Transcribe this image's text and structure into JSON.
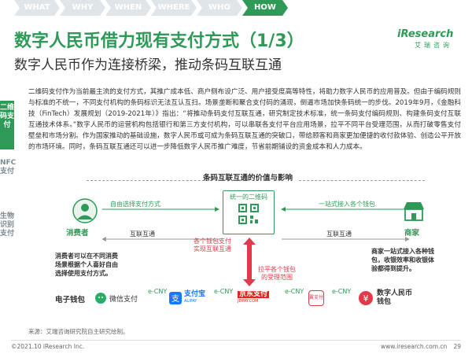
{
  "tabs": [
    "WHAT",
    "WHY",
    "WHEN",
    "WHERE",
    "WHO",
    "HOW"
  ],
  "active_tab": "HOW",
  "title": "数字人民币借力现有支付方式（1/3）",
  "subtitle": "数字人民币作为连接桥梁，推动条码互联互通",
  "logo": {
    "main": "iResearch",
    "sub": "艾瑞咨询"
  },
  "side_nav": [
    "二维码支付",
    "NFC支付",
    "生物识别支付"
  ],
  "paragraph": "二维码支付作为当前最主流的支付方式，其推广成本低、商户侧布设广泛、用户接受度高等特性，将助力数字人民币的应用普及。但由于编码规则与标准的不统一，不同支付机构的条码标识无法互认互扫。场景垄断和聚合支付码的涌现，倒逼市场加快条码统一的步伐。2019年9月，《金融科技（FinTech）发展规划（2019-2021年）》指出：“将推动条码支付互联互通，研究制定技术标准，统一条码支付编码规则、构建条码支付互联互通技术体系。”数字人民币的运营机构包括银行和第三方支付机构，可以串联各支付平台应用场景，拉平不同平台受理范围，从而打破零售支付壁垒和市场分割。作为国家推动的基础设施，数字人民币或可成为条码互联互通的突破口，带给顾客和商家更加便捷的收付款体验、创造公平开放的市场环境。同时，条码互联互通还可以进一步降低数字人民币推广难度，节省前期铺设的资金成本和人力成本。",
  "diagram": {
    "title": "条码互联互通的价值与影响",
    "qr_label": "统一的二维码",
    "left_arrow": "自由选择支付方式",
    "right_arrow": "一站式接入各个钱包",
    "consumer": "消费者",
    "merchant": "商家",
    "left_link": "互联互通",
    "right_link": "互联互通",
    "center_top": "各个钱包支付\n实现互联互通",
    "center_bottom": "拉平各个钱包\n的受理范围",
    "consumer_note": "消费者可以在不同消费\n场景根据个人喜好自由\n选择使用支付方式。",
    "merchant_note": "商家一站式接入各种钱\n包，收银效率和收银体\n验都得到提升。",
    "wallet_label": "电子钱包",
    "ecny": "e-CNY",
    "brands": [
      "微信支付",
      "支付宝",
      "京东支付",
      "翼支付"
    ],
    "brand_sub": {
      "alipay": "ALIPAY",
      "jd": "JDPAY.COM"
    },
    "dcep_label": "数字人民币\n钱包"
  },
  "source": "来源：艾瑞咨询研究院自主研究绘制。",
  "footer": {
    "copyright": "©2021.10 iResearch Inc.",
    "url": "www.iresearch.com.cn",
    "page": "29"
  },
  "colors": {
    "accent": "#2f9a58",
    "red": "#e23a4a",
    "tab_inactive": "#dfe5e9"
  }
}
